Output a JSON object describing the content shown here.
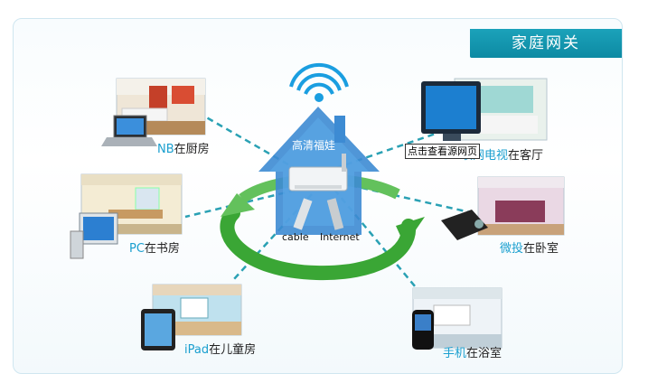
{
  "title": "家庭网关",
  "center": {
    "house_label": "高清福娃",
    "cable": "cable",
    "internet": "Internet"
  },
  "rooms": [
    {
      "id": "kitchen",
      "device": "NB",
      "location": "在厨房"
    },
    {
      "id": "study",
      "device": "PC",
      "location": "在书房"
    },
    {
      "id": "child",
      "device": "iPad",
      "location": "在儿童房"
    },
    {
      "id": "living",
      "device": "联网电视",
      "location": "在客厅"
    },
    {
      "id": "bedroom",
      "device": "微投",
      "location": "在卧室"
    },
    {
      "id": "bath",
      "device": "手机",
      "location": "在浴室"
    }
  ],
  "tooltip": "点击查看源网页",
  "colors": {
    "accent": "#1ba2ba",
    "link": "#1a9fcf",
    "house": "#3d8bd3",
    "arrow": "#3aa635"
  }
}
